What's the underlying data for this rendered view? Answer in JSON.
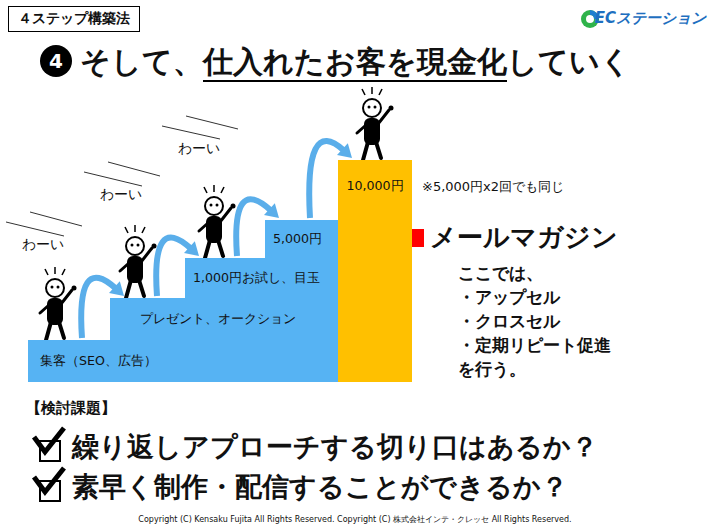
{
  "diagram": {
    "title": "そして、仕入れたお客を現金化していく",
    "nodes": [
      {
        "text": [
          "４ステップ構築法"
        ]
      },
      {
        "text": [
          "10,000円"
        ]
      },
      {
        "text": [
          "5,000円"
        ]
      },
      {
        "text": [
          "1,000円お試し、目玉"
        ]
      },
      {
        "text": [
          "プレゼント、オークション"
        ]
      },
      {
        "text": [
          "集客（SEO、広告）"
        ]
      }
    ],
    "edges": [
      {
        "from": 5,
        "to": 4,
        "arrow": "to"
      },
      {
        "from": 4,
        "to": 3,
        "arrow": "to"
      },
      {
        "from": 3,
        "to": 2,
        "arrow": "to"
      },
      {
        "from": 2,
        "to": 1,
        "arrow": "to"
      }
    ],
    "labels": [
      "4",
      "ECステーション",
      "わーい",
      "わーい",
      "わーい",
      "※5,000円x2回でも同じ",
      "メールマガジン",
      "ここでは、",
      "・アップセル",
      "・クロスセル",
      "・定期リピート促進",
      "を行う。",
      "【検討課題】",
      "繰り返しアプローチする切り口はあるか？",
      "素早く制作・配信することができるか？",
      "Copyright (C) Kensaku Fujita All Rights Reserved. Copyright (C) 株式会社インテ・クレッセ All Rights Reserved."
    ]
  }
}
